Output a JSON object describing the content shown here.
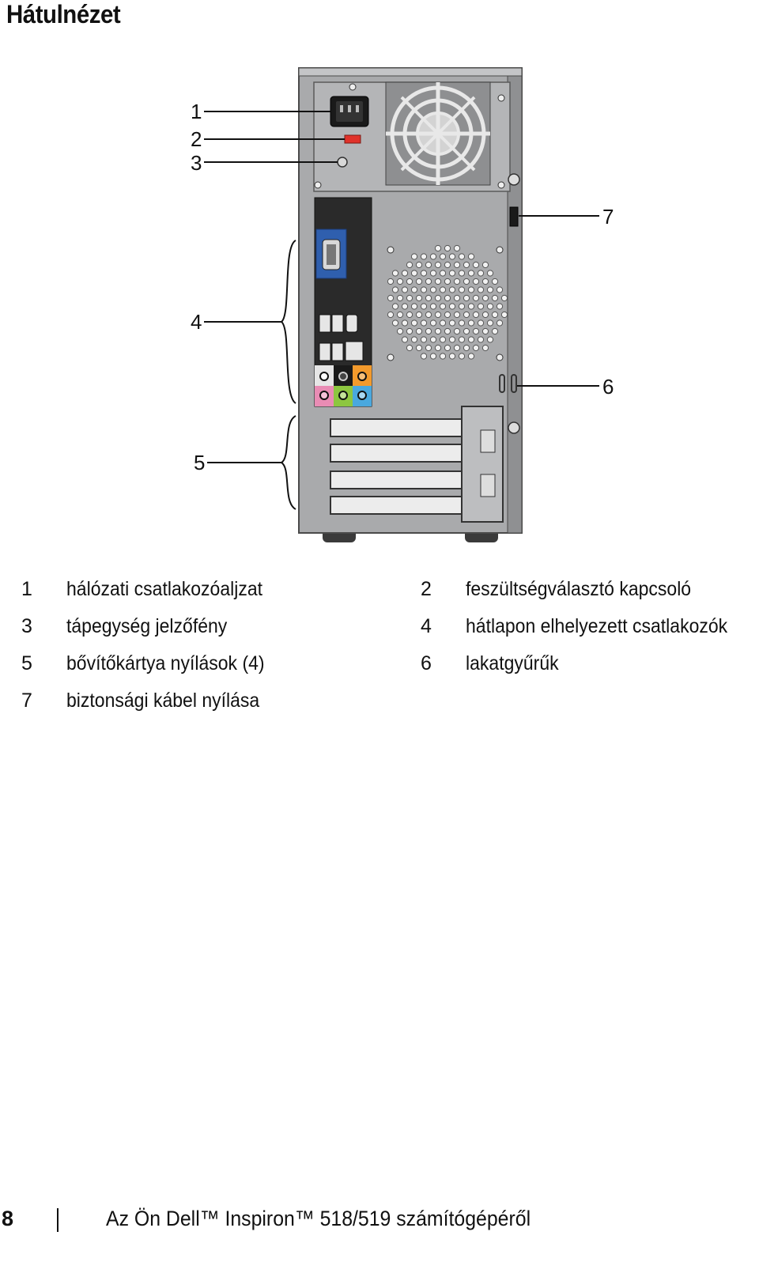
{
  "page": {
    "heading": "Hátulnézet",
    "callouts": [
      "1",
      "2",
      "3",
      "4",
      "5",
      "6",
      "7"
    ],
    "legend": [
      {
        "num": "1",
        "text": "hálózati csatlakozóaljzat"
      },
      {
        "num": "2",
        "text": "feszültségválasztó kapcsoló"
      },
      {
        "num": "3",
        "text": "tápegység jelzőfény"
      },
      {
        "num": "4",
        "text": "hátlapon elhelyezett csatlakozók"
      },
      {
        "num": "5",
        "text": "bővítőkártya nyílások (4)"
      },
      {
        "num": "6",
        "text": "lakatgyűrűk"
      },
      {
        "num": "7",
        "text": "biztonsági kábel nyílása"
      }
    ],
    "footer": {
      "page_number": "8",
      "title": "Az Ön Dell™ Inspiron™ 518/519 számítógépéről"
    }
  },
  "colors": {
    "chassis": "#a9aaac",
    "chassis_dark": "#6e6f71",
    "io_panel": "#2a2a2a",
    "vga_blue": "#2f5fae",
    "audio_pink": "#e98cb4",
    "audio_green": "#8dc63f",
    "audio_blue": "#4aa8de",
    "audio_orange": "#f39a2c",
    "voltage_switch_red": "#e0322a"
  },
  "icons": [
    "power-socket-icon",
    "fan-grille-icon",
    "vga-port-icon",
    "usb-port-icon",
    "network-port-icon",
    "audio-jack-icon"
  ]
}
